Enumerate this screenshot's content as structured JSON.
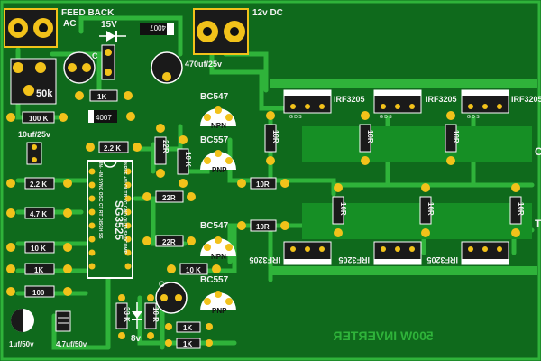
{
  "board": {
    "colors": {
      "bg": "#0f6a1c",
      "trace": "#2fb33a",
      "pad": "#f2c21a",
      "silk": "#f2f2f2",
      "part": "#ffffff"
    },
    "labels": {
      "feedback": "FEED BACK",
      "ac": "AC",
      "dc": "12v DC",
      "d15": "15V",
      "cap_4007a": "4007",
      "cap_470": "470uf/25v",
      "c_label": "C",
      "pot": "50k",
      "r_1k_top": "1K",
      "r_100k": "100 K",
      "diode_4007": "4007",
      "cap_10uf": "10uf/25v",
      "r_2k2a": "2.2 K",
      "r_2k2b": "2.2 K",
      "r_4k7": "4.7 K",
      "r_10k_a": "10 K",
      "r_1k_b": "1K",
      "r_100": "100",
      "ic": "SG3525",
      "ic_pins_top": "NREF +VI OUTB VC GND OUTA SHDCOMP",
      "ic_pins_bot": "IN- +IN SYNC OSC CT RT DISCH SS",
      "r_22r_v": "22R",
      "r_10k_v": "10 K",
      "r_22r_h1": "22R",
      "r_22r_h2": "22R",
      "q1_name": "BC547",
      "q1_type": "NPN",
      "q2_name": "BC557",
      "q2_type": "PNP",
      "q3_name": "BC547",
      "q3_type": "NPN",
      "q4_name": "BC557",
      "q4_type": "PNP",
      "r_10r_gate1": "10R",
      "r_10r_gate2": "10R",
      "r_10r_v1": "10R",
      "r_10r_v2": "10R",
      "r_10r_v3": "10R",
      "r_10r_v4": "10R",
      "r_10r_v5": "10R",
      "r_10r_v6": "10R",
      "mos_top": "IRF3205",
      "mos_bot": "IRF3205",
      "gds": "G D S",
      "r_10k_mid": "10 K",
      "r_33k": "33 K",
      "r_10r_bot": "10 R",
      "r_1k_c": "1K",
      "r_1k_d": "1K",
      "v8": "8v",
      "cap_1uf": "1uf/50v",
      "cap_47uf": "4.7uf/50v",
      "title": "500W INVERTER",
      "edge_c": "C",
      "edge_t": "T"
    }
  }
}
